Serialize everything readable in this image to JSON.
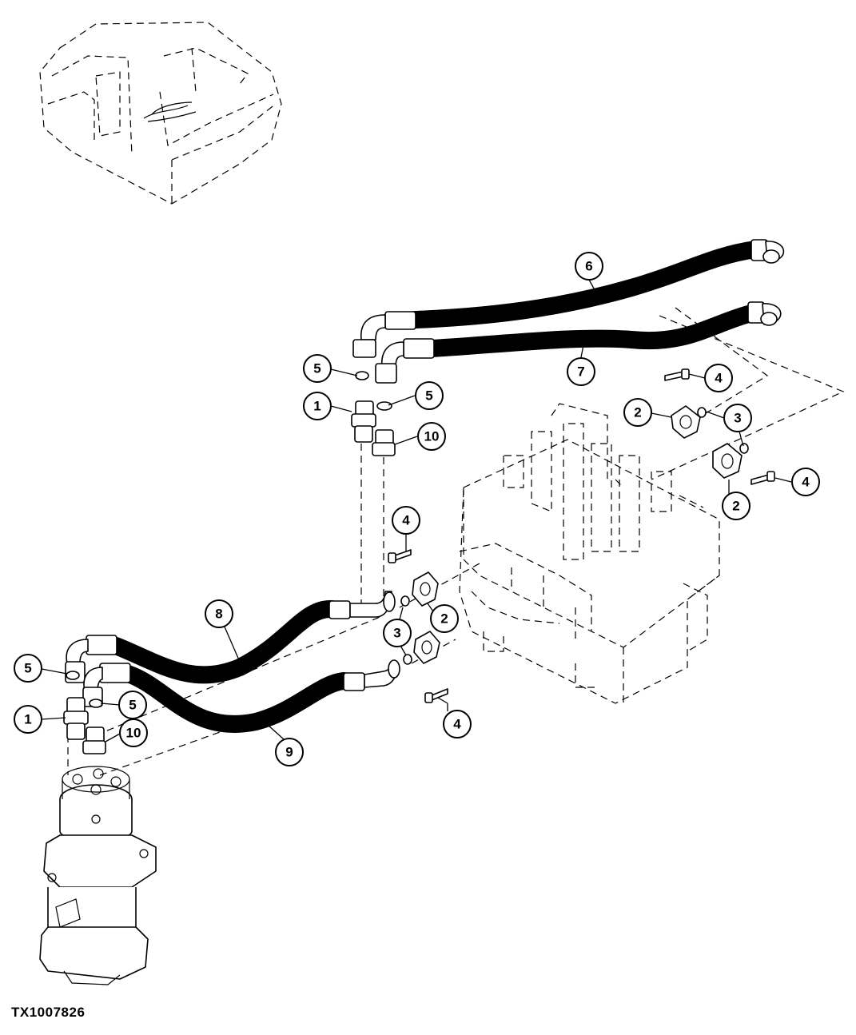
{
  "figure_id": "TX1007826",
  "callouts": [
    {
      "id": "c6",
      "label": "6"
    },
    {
      "id": "c7",
      "label": "7"
    },
    {
      "id": "c5a",
      "label": "5"
    },
    {
      "id": "c5b",
      "label": "5"
    },
    {
      "id": "c1a",
      "label": "1"
    },
    {
      "id": "c10a",
      "label": "10"
    },
    {
      "id": "c4a",
      "label": "4"
    },
    {
      "id": "c2a",
      "label": "2"
    },
    {
      "id": "c3a",
      "label": "3"
    },
    {
      "id": "c4b",
      "label": "4"
    },
    {
      "id": "c2b",
      "label": "2"
    },
    {
      "id": "c4c",
      "label": "4"
    },
    {
      "id": "c2c",
      "label": "2"
    },
    {
      "id": "c3b",
      "label": "3"
    },
    {
      "id": "c8",
      "label": "8"
    },
    {
      "id": "c9",
      "label": "9"
    },
    {
      "id": "c5c",
      "label": "5"
    },
    {
      "id": "c5d",
      "label": "5"
    },
    {
      "id": "c1b",
      "label": "1"
    },
    {
      "id": "c10b",
      "label": "10"
    },
    {
      "id": "c4d",
      "label": "4"
    }
  ],
  "colors": {
    "line": "#000000",
    "background": "#ffffff"
  }
}
